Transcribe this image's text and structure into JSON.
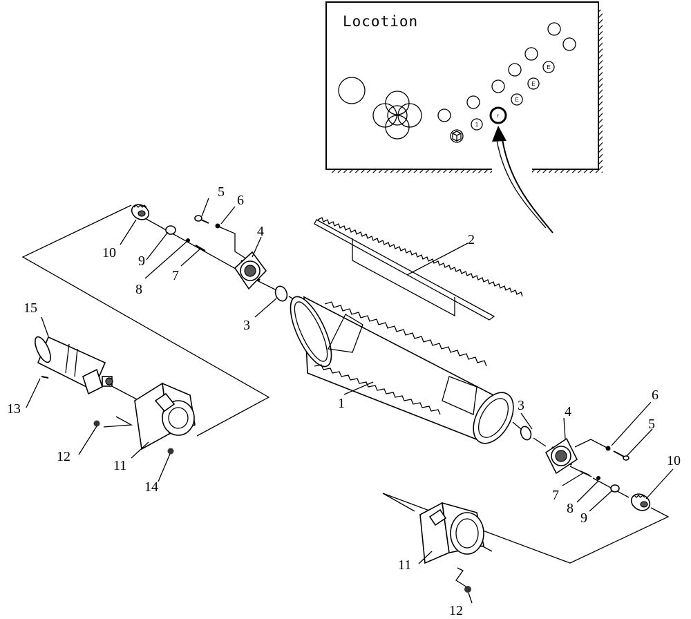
{
  "inset": {
    "title": "Locotion",
    "button_markers": [
      "1",
      "E",
      "E",
      "E"
    ],
    "highlight_marker": "r"
  },
  "callouts": [
    {
      "id": "label-1",
      "text": "1"
    },
    {
      "id": "label-2",
      "text": "2"
    },
    {
      "id": "label-3-left",
      "text": "3"
    },
    {
      "id": "label-3-right",
      "text": "3"
    },
    {
      "id": "label-4-left",
      "text": "4"
    },
    {
      "id": "label-4-right",
      "text": "4"
    },
    {
      "id": "label-5-left",
      "text": "5"
    },
    {
      "id": "label-5-right",
      "text": "5"
    },
    {
      "id": "label-6-left",
      "text": "6"
    },
    {
      "id": "label-6-right",
      "text": "6"
    },
    {
      "id": "label-7-left",
      "text": "7"
    },
    {
      "id": "label-7-right",
      "text": "7"
    },
    {
      "id": "label-8-left",
      "text": "8"
    },
    {
      "id": "label-8-right",
      "text": "8"
    },
    {
      "id": "label-9-left",
      "text": "9"
    },
    {
      "id": "label-9-right",
      "text": "9"
    },
    {
      "id": "label-10-left",
      "text": "10"
    },
    {
      "id": "label-10-right",
      "text": "10"
    },
    {
      "id": "label-11-left",
      "text": "11"
    },
    {
      "id": "label-11-right",
      "text": "11"
    },
    {
      "id": "label-12-left",
      "text": "12"
    },
    {
      "id": "label-12-right",
      "text": "12"
    },
    {
      "id": "label-13",
      "text": "13"
    },
    {
      "id": "label-14",
      "text": "14"
    },
    {
      "id": "label-15",
      "text": "15"
    }
  ]
}
